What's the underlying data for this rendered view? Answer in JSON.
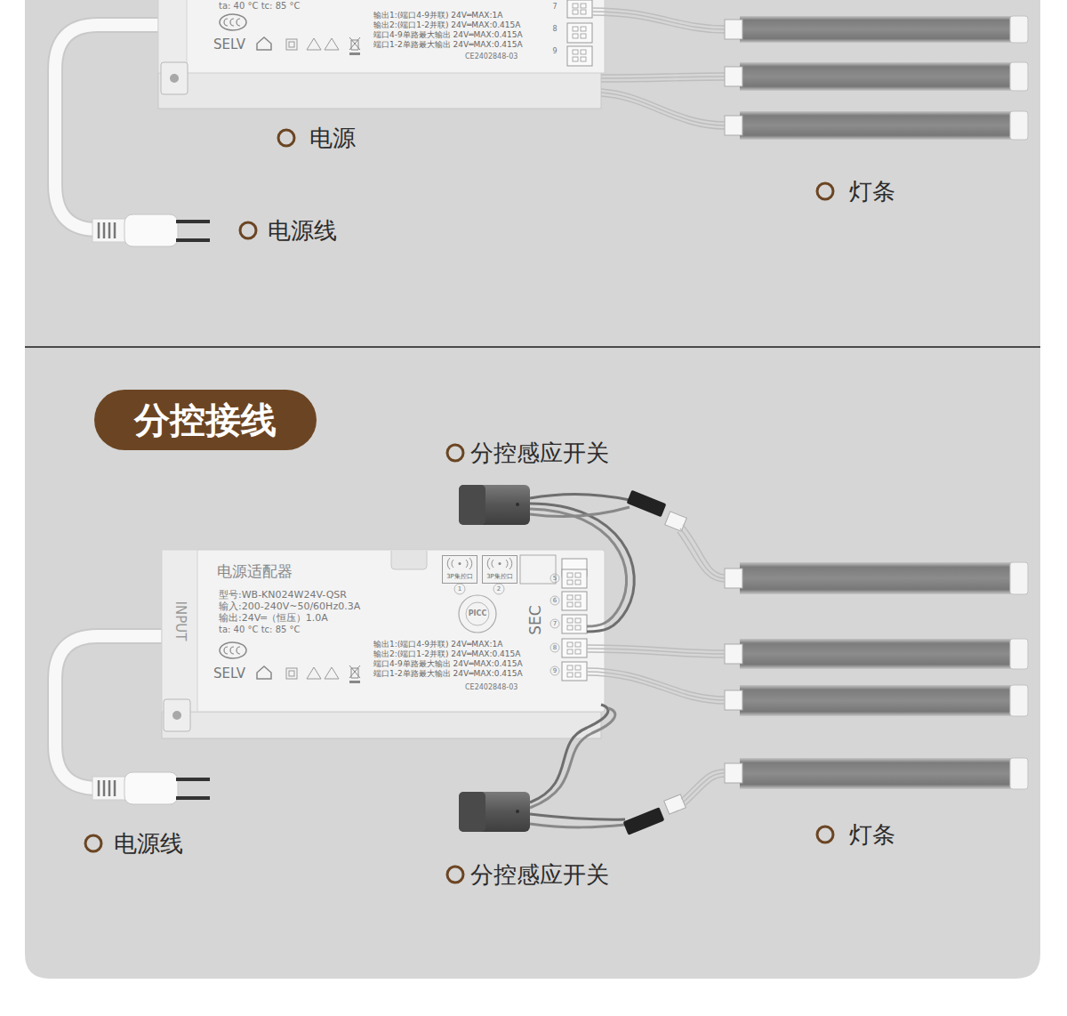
{
  "diagram": {
    "nodes": [
      {
        "text": [
          "ta: 40 °C tc: 85 °C",
          "SELV",
          "输出1:(端口4-9并联) 24V═MAX:1A",
          "输出2:(端口1-2并联) 24V═MAX:0.415A",
          "端口4-9单路最大输出 24V═MAX:0.415A",
          "端口1-2单路最大输出 24V═MAX:0.415A",
          "CE2402848-03",
          "7",
          "8",
          "9"
        ]
      },
      {
        "text": [
          "分控接线"
        ]
      },
      {
        "text": [
          "电源适配器",
          "型号:WB-KN024W24V-QSR",
          "输入:200-240V~50/60Hz0.3A",
          "输出:24V═（恒压）1.0A",
          "ta: 40 °C tc: 85 °C",
          "SELV",
          "INPUT",
          "SEC",
          "PICC",
          "1",
          "2",
          "5",
          "6",
          "7",
          "8",
          "9",
          "输出1:(端口4-9并联) 24V═MAX:1A",
          "输出2:(端口1-2并联) 24V═MAX:0.415A",
          "端口4-9单路最大输出 24V═MAX:0.415A",
          "端口1-2单路最大输出 24V═MAX:0.415A",
          "CE2402848-03"
        ]
      },
      {
        "text": [
          "3P集控口"
        ],
        "in": 2
      },
      {
        "text": [
          "3P集控口"
        ],
        "in": 2
      }
    ],
    "labels": [
      "电源",
      "电源线",
      "灯条",
      "分控感应开关",
      "分控感应开关",
      "电源线",
      "灯条"
    ]
  }
}
